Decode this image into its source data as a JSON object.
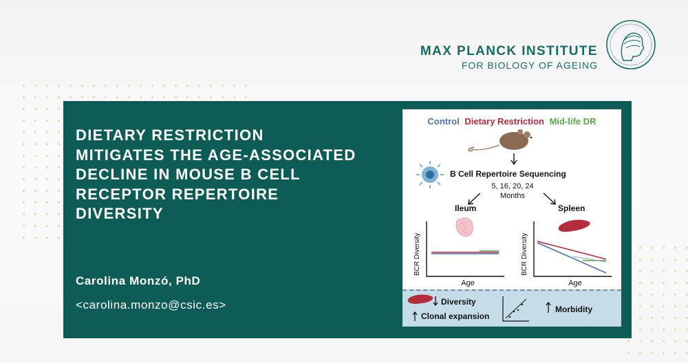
{
  "header": {
    "institute_line1": "MAX PLANCK INSTITUTE",
    "institute_line2": "FOR BIOLOGY OF AGEING",
    "logo_icon": "minerva-seal-icon",
    "brand_color": "#176d62"
  },
  "slide": {
    "title_lines": [
      "DIETARY RESTRICTION",
      "MITIGATES THE AGE-ASSOCIATED",
      "DECLINE IN MOUSE B CELL",
      "RECEPTOR REPERTOIRE",
      "DIVERSITY"
    ],
    "author": "Carolina Monzó, PhD",
    "email": "<carolina.monzo@csic.es>",
    "panel_color": "#0d5c55"
  },
  "figure": {
    "legend": {
      "control": "Control",
      "dr": "Dietary Restriction",
      "midlife": "Mid-life DR"
    },
    "legend_colors": {
      "control": "#4a72b0",
      "dr": "#b5293c",
      "midlife": "#5aa64a"
    },
    "sequencing_label": "B Cell Repertoire Sequencing",
    "timepoints": "5, 16, 20, 24",
    "timepoints_unit": "Months",
    "tissue_left": "Ileum",
    "tissue_right": "Spleen",
    "y_axis_label": "BCR Diversity",
    "x_axis_label": "Age",
    "bottom": {
      "diversity": "Diversity",
      "clonal": "Clonal expansion",
      "morbidity": "Morbidity"
    }
  }
}
